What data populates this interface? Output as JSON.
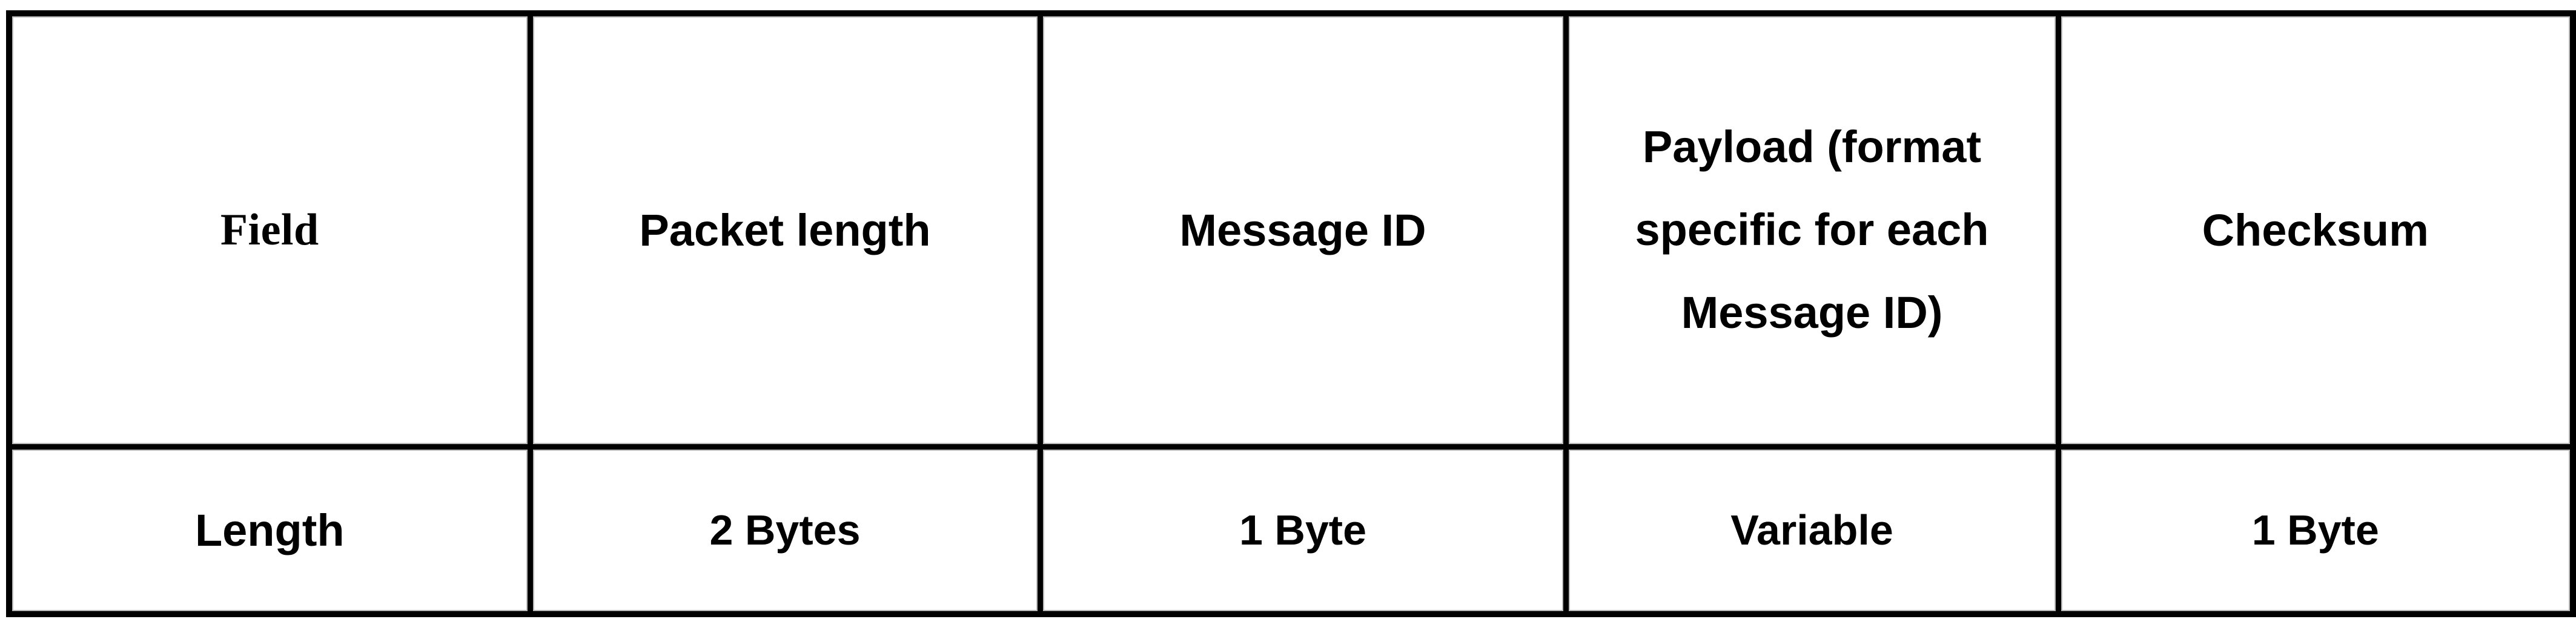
{
  "figure": {
    "kind": "packet-structure-table",
    "columns": 5,
    "rows": 2,
    "shaded_column_index": 0,
    "colors": {
      "shaded_cell_fill": "#BFBFBF",
      "plain_cell_fill": "#FFFFFF",
      "border": "#000000",
      "text": "#000000"
    }
  },
  "table": {
    "rows": [
      {
        "row_name": "field",
        "header_cell": "Field",
        "cells": [
          {
            "text": "Packet length"
          },
          {
            "text": "Message ID"
          },
          {
            "multiline": true,
            "lines": [
              "Payload (format",
              "specific for each",
              "Message ID)"
            ],
            "text": "Payload (format specific for each Message ID)"
          },
          {
            "text": "Checksum"
          }
        ]
      },
      {
        "row_name": "length",
        "header_cell": "Length",
        "cells": [
          {
            "text": "2 Bytes"
          },
          {
            "text": "1 Byte"
          },
          {
            "text": "Variable"
          },
          {
            "text": "1 Byte"
          }
        ]
      }
    ]
  }
}
